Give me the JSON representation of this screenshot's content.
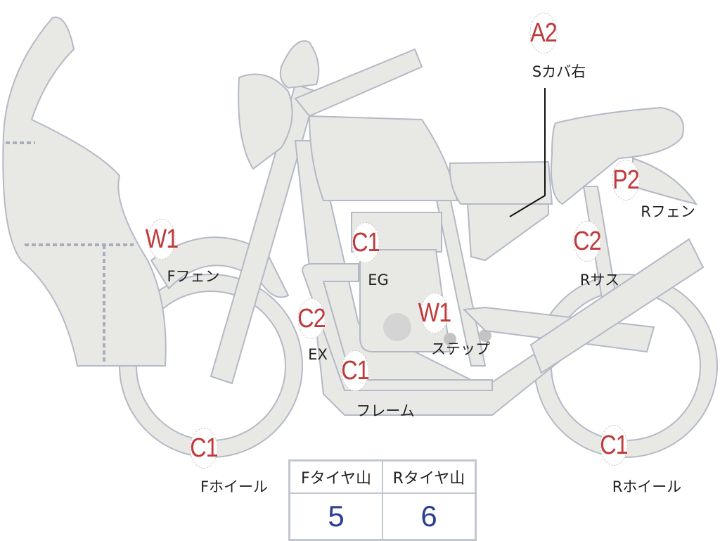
{
  "markers": [
    {
      "code": "A2",
      "label": "Sカバ右"
    },
    {
      "code": "P2",
      "label": "Rフェン"
    },
    {
      "code": "C2",
      "label": "Rサス"
    },
    {
      "code": "W1",
      "label": "Fフェン"
    },
    {
      "code": "C1",
      "label": "EG"
    },
    {
      "code": "C2",
      "label": "EX"
    },
    {
      "code": "W1",
      "label": "ステップ"
    },
    {
      "code": "C1",
      "label": "フレーム"
    },
    {
      "code": "C1",
      "label": "Fホイール"
    },
    {
      "code": "C1",
      "label": "Rホイール"
    }
  ],
  "tire_table": {
    "headers": [
      "Fタイヤ山",
      "Rタイヤ山"
    ],
    "values": [
      "5",
      "6"
    ]
  },
  "colors": {
    "code": "#c0393b",
    "value": "#2b3f92",
    "part_fill": "#e8e8e5",
    "part_stroke": "#b3b9c6"
  }
}
